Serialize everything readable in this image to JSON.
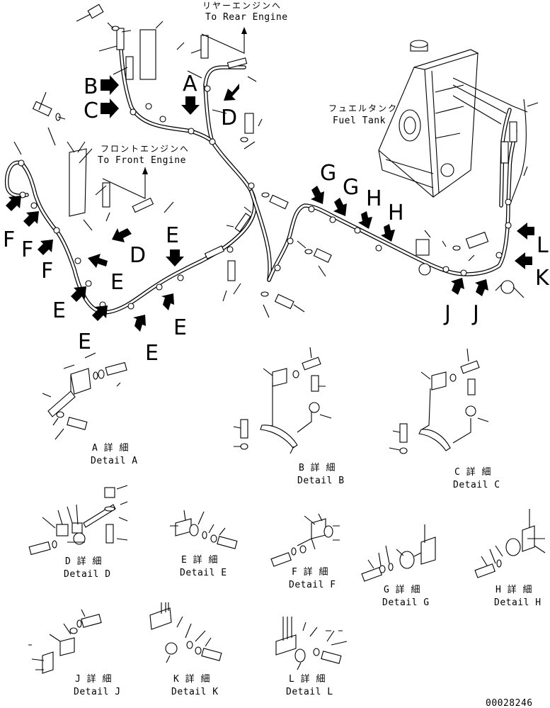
{
  "labels": {
    "rear_engine_jp": "リヤーエンジンへ",
    "rear_engine_en": "To Rear Engine",
    "front_engine_jp": "フロントエンジンへ",
    "front_engine_en": "To Front Engine",
    "fuel_tank_jp": "フュエルタンク",
    "fuel_tank_en": "Fuel Tank"
  },
  "callouts": [
    "A",
    "B",
    "C",
    "D",
    "E",
    "F",
    "G",
    "H",
    "J",
    "K",
    "L"
  ],
  "details": [
    {
      "key": "A",
      "jp": "A 詳 細",
      "en": "Detail A"
    },
    {
      "key": "B",
      "jp": "B 詳 細",
      "en": "Detail B"
    },
    {
      "key": "C",
      "jp": "C 詳 細",
      "en": "Detail C"
    },
    {
      "key": "D",
      "jp": "D 詳 細",
      "en": "Detail D"
    },
    {
      "key": "E",
      "jp": "E 詳 細",
      "en": "Detail E"
    },
    {
      "key": "F",
      "jp": "F 詳 細",
      "en": "Detail F"
    },
    {
      "key": "G",
      "jp": "G 詳 細",
      "en": "Detail G"
    },
    {
      "key": "H",
      "jp": "H 詳 細",
      "en": "Detail H"
    },
    {
      "key": "J",
      "jp": "J 詳 細",
      "en": "Detail J"
    },
    {
      "key": "K",
      "jp": "K 詳 細",
      "en": "Detail K"
    },
    {
      "key": "L",
      "jp": "L 詳 細",
      "en": "Detail L"
    }
  ],
  "drawing_number": "00028246"
}
